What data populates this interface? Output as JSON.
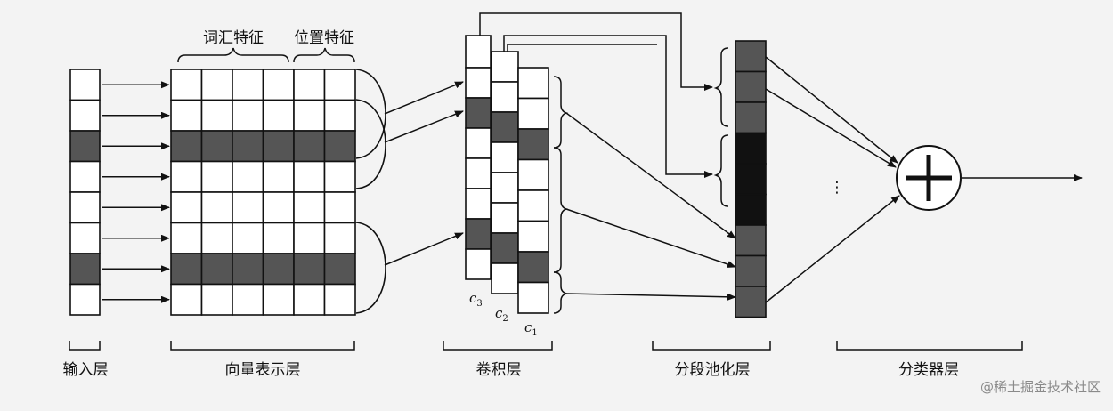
{
  "labels": {
    "lexical_features": "词汇特征",
    "position_features": "位置特征",
    "input_layer": "输入层",
    "vector_layer": "向量表示层",
    "conv_layer": "卷积层",
    "pooling_layer": "分段池化层",
    "classifier_layer": "分类器层",
    "c3": "c",
    "c3_sub": "3",
    "c2": "c",
    "c2_sub": "2",
    "c1": "c",
    "c1_sub": "1",
    "ellipsis": "⋮",
    "watermark": "@稀土掘金技术社区"
  },
  "colors": {
    "dark": "#555555",
    "black": "#111111",
    "light": "#ffffff",
    "line": "#111111"
  },
  "icons": {
    "sum": "plus-circle-icon"
  }
}
